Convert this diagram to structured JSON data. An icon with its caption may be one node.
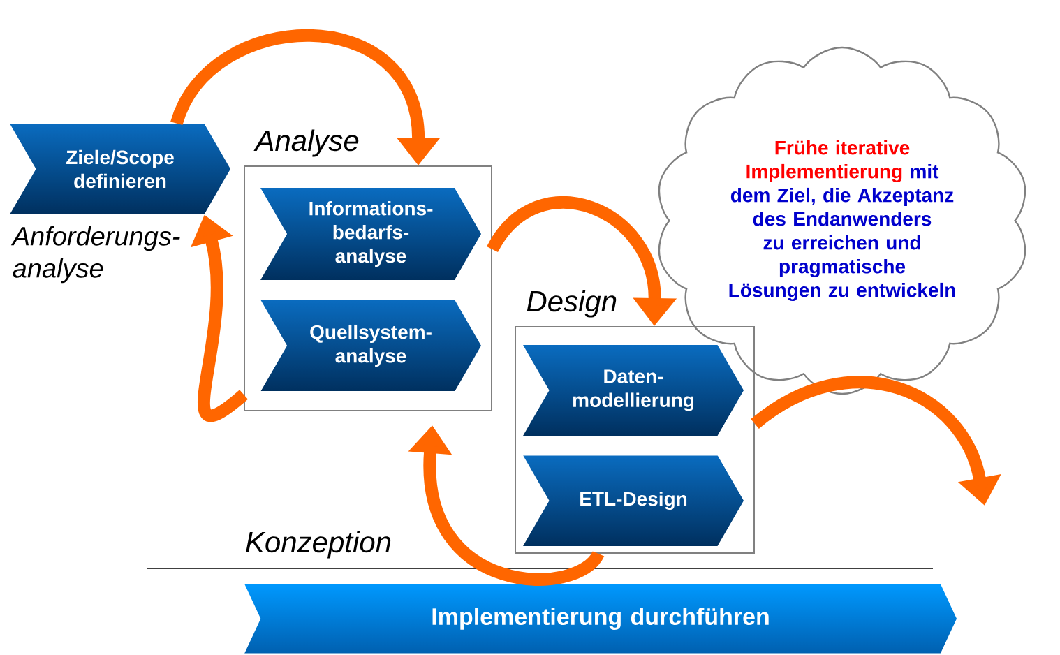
{
  "diagram": {
    "nodes": [
      {
        "text": [
          "Ziele/Scope definieren"
        ],
        "beside": [
          "Anforderungs- analyse"
        ]
      },
      {
        "text": [
          "Analyse"
        ]
      },
      {
        "text": [
          "Informations- bedarfs- analyse"
        ],
        "in": 1
      },
      {
        "text": [
          "Quellsystem- analyse"
        ],
        "in": 1
      },
      {
        "text": [
          "Design"
        ]
      },
      {
        "text": [
          "Daten- modellierung"
        ],
        "in": 4
      },
      {
        "text": [
          "ETL-Design"
        ],
        "in": 4
      },
      {
        "text": [
          "Frühe iterative Implementierung",
          "mit dem Ziel, die Akzeptanz des Endanwenders zu erreichen und pragmatische Lösungen zu entwickeln"
        ]
      },
      {
        "text": [
          "Implementierung durchführen"
        ]
      }
    ],
    "edges": [
      {
        "from": 0,
        "to": 1,
        "arrow": "to"
      },
      {
        "from": 1,
        "to": 4,
        "arrow": "to"
      },
      {
        "from": 1,
        "to": 0,
        "arrow": "to"
      },
      {
        "from": 4,
        "to": 1,
        "arrow": "to"
      },
      {
        "from": 4,
        "to": null,
        "arrow": "to"
      }
    ],
    "labels": [
      "Konzeption"
    ]
  }
}
